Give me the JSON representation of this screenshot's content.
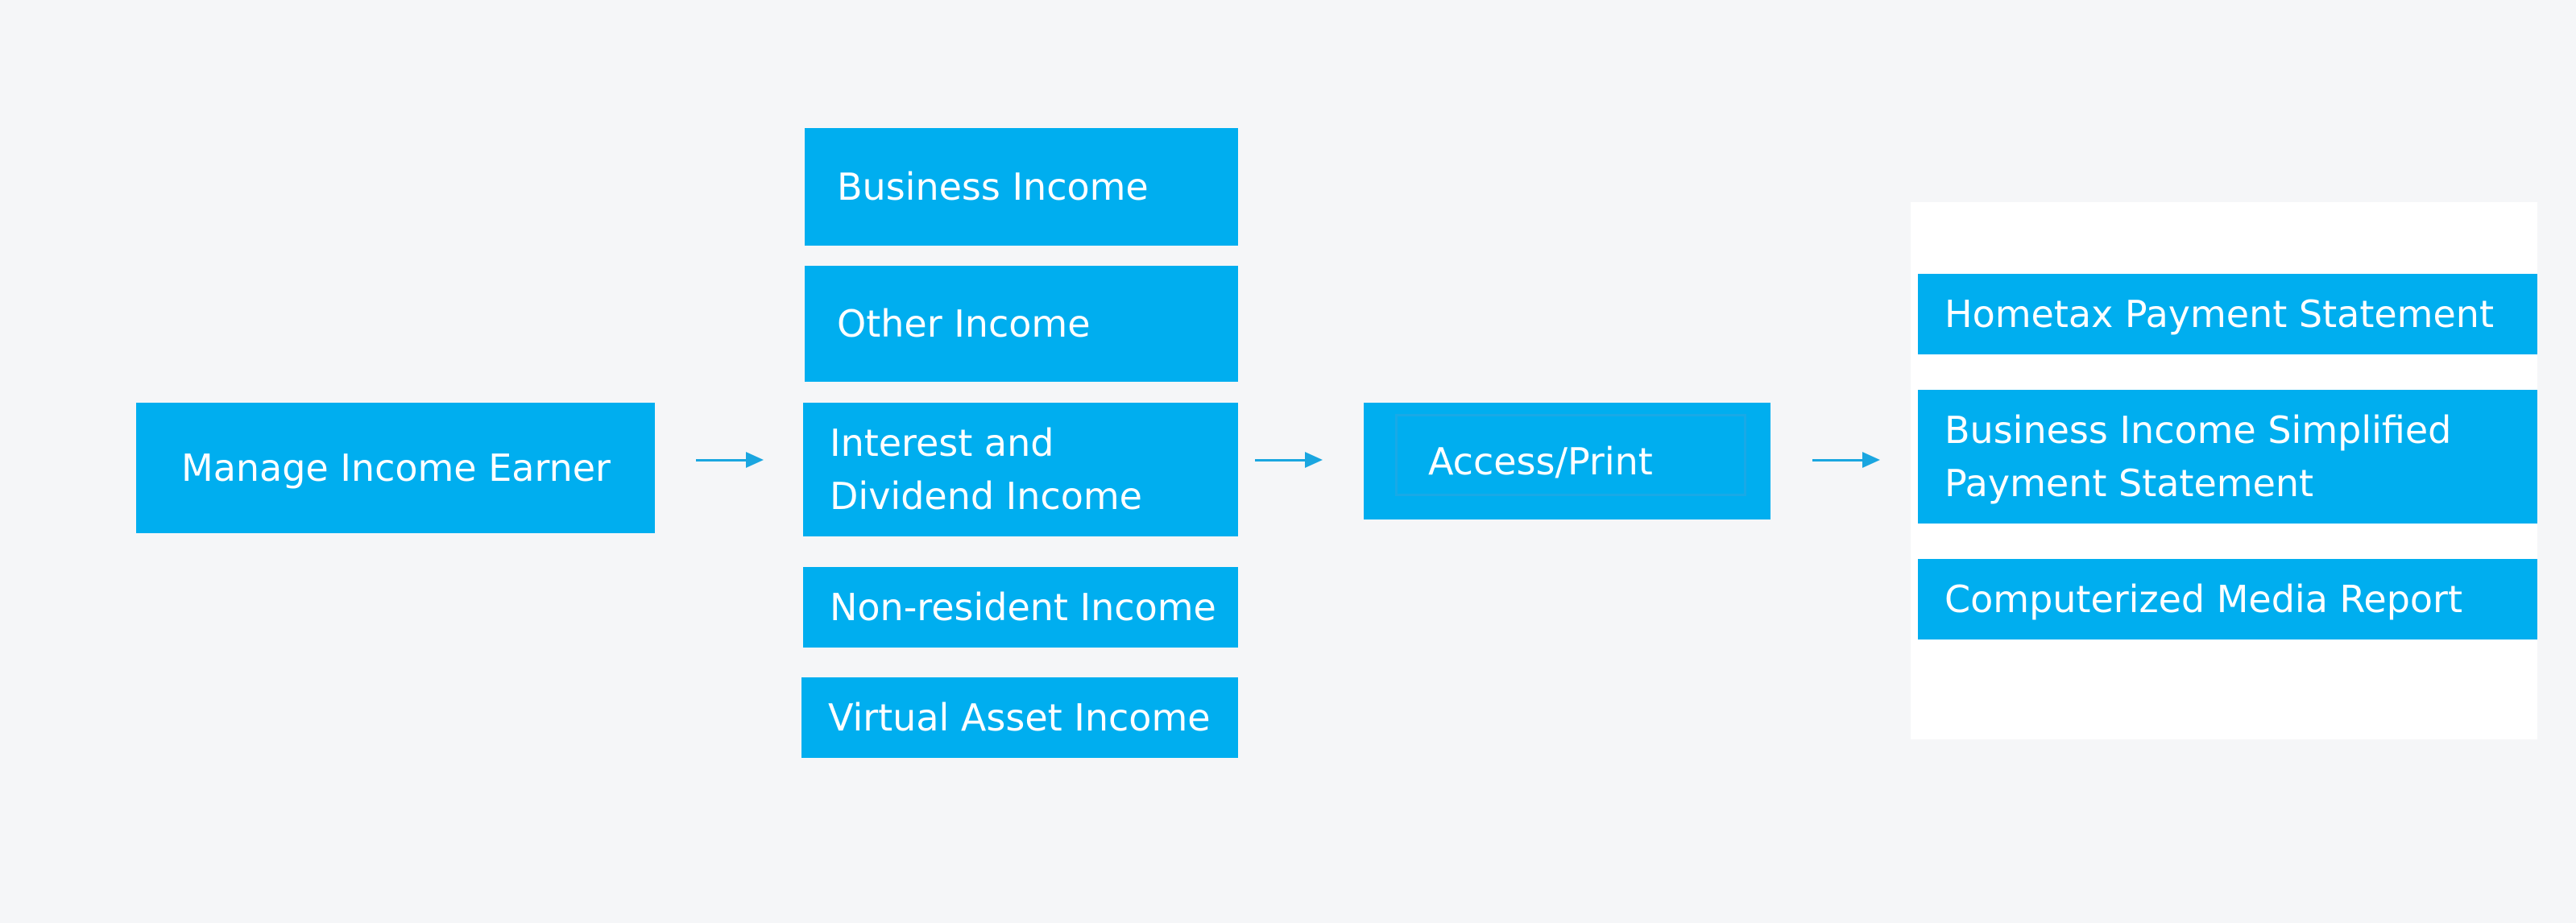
{
  "source": {
    "label": "Manage Income Earner"
  },
  "income_types": [
    {
      "label": "Business Income"
    },
    {
      "label": "Other Income"
    },
    {
      "label_line1": "Interest and",
      "label_line2": "Dividend Income"
    },
    {
      "label": "Non-resident Income"
    },
    {
      "label": "Virtual Asset Income"
    }
  ],
  "action": {
    "label": "Access/Print"
  },
  "outputs": [
    {
      "label": "Hometax Payment Statement"
    },
    {
      "label_line1": "Business Income Simplified",
      "label_line2": "Payment Statement"
    },
    {
      "label": "Computerized Media Report"
    }
  ],
  "colors": {
    "box_fill": "#00aeef",
    "box_text": "#ffffff",
    "arrow": "#1aa6e0",
    "background": "#f5f6f8",
    "output_panel": "#ffffff"
  }
}
